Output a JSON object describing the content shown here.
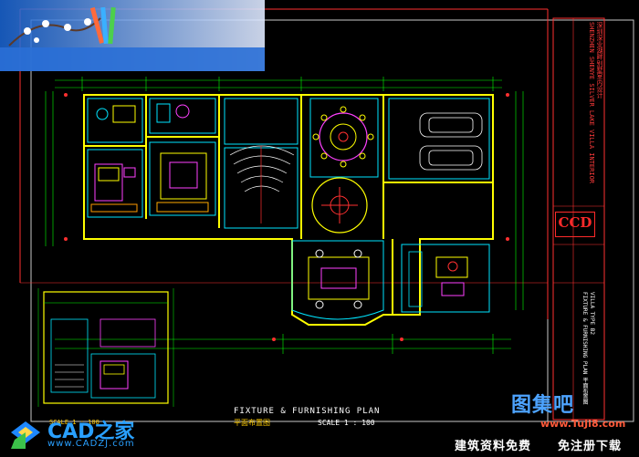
{
  "drawing": {
    "plan_title": "FIXTURE & FURNISHING PLAN",
    "plan_title_cn": "平面布置图",
    "scale": "SCALE 1 : 100",
    "scale_small": "SCALE 1 : 100",
    "inset_title": "平面布置图"
  },
  "title_block": {
    "company_logo": "CCD",
    "project_lines": [
      "深圳深业湖畔别墅室内设计",
      "SHENZHEN SHENYE SILVER LAKE VILLA INTERIOR"
    ],
    "sheet_lines": [
      "VILLA TYPE B2",
      "FIXTURE & FURNISHING PLAN  平面布置图"
    ]
  },
  "watermarks": {
    "cad_brand": "CAD之家",
    "cad_url": "www.CADZJ.com",
    "tuji_brand": "图集吧",
    "tuji_url": "www.TuJi8.com",
    "tuji_slogan_left": "建筑资料免费",
    "tuji_slogan_right": "免注册下载"
  },
  "colors": {
    "background": "#000000",
    "wall": "#ffff00",
    "furniture": "#ff00ff",
    "dimension": "#00ff00",
    "annotation": "#00ffff",
    "title_red": "#ff2a2a",
    "watermark_blue": "#29a0ff"
  }
}
